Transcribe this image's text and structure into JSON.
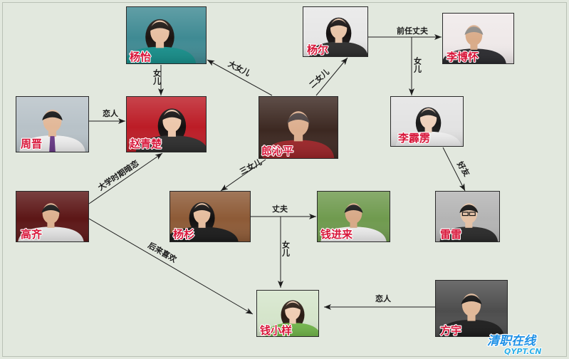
{
  "nodes": {
    "yang_yi": {
      "name": "杨怡"
    },
    "yang_er": {
      "name": "杨尔"
    },
    "li_bohuai": {
      "name": "李博怀"
    },
    "zhou_jin": {
      "name": "周晋"
    },
    "zhao_qingchu": {
      "name": "赵青楚"
    },
    "lang_qinping": {
      "name": "郎沁平"
    },
    "li_pili": {
      "name": "李霹雳"
    },
    "gao_qi": {
      "name": "高齐"
    },
    "yang_shan": {
      "name": "杨杉"
    },
    "qian_jinlai": {
      "name": "钱进来"
    },
    "lei_lei": {
      "name": "雷雷"
    },
    "qian_xiaoyang": {
      "name": "钱小样"
    },
    "fang_yu": {
      "name": "方宇"
    }
  },
  "edges": {
    "lang_to_yang_yi": {
      "label": "大女儿"
    },
    "lang_to_yang_er": {
      "label": "二女儿"
    },
    "lang_to_yang_shan": {
      "label": "三女儿"
    },
    "yang_er_to_li_bohuai": {
      "label": "前任丈夫"
    },
    "to_li_pili": {
      "label": "女儿"
    },
    "yang_yi_to_zhao": {
      "label": "女儿"
    },
    "zhou_to_zhao": {
      "label": "恋人"
    },
    "gao_to_zhao": {
      "label": "大学时期暗恋"
    },
    "li_pili_to_lei_lei": {
      "label": "好友"
    },
    "yang_shan_to_qian_jinlai": {
      "label": "丈夫"
    },
    "to_qian_xiaoyang": {
      "label": "女儿"
    },
    "gao_to_qian_xiaoyang": {
      "label": "后来喜欢"
    },
    "fang_to_qian_xiaoyang": {
      "label": "恋人"
    }
  },
  "watermark": {
    "text": "清职在线",
    "site": "QYPT.CN"
  },
  "colors": {
    "background": "#e2e8de",
    "name_label": "#d8163a",
    "edge": "#1d1d1d",
    "watermark": "#1e90e6"
  }
}
